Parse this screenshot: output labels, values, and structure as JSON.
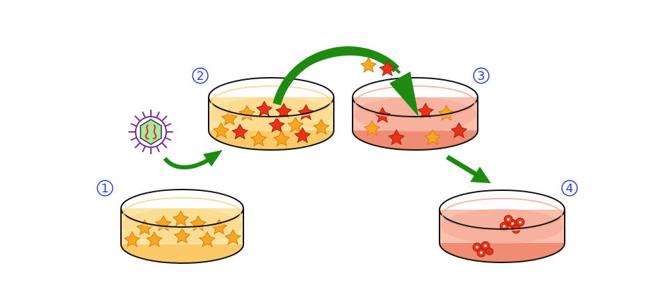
{
  "steps": [
    {
      "id": "1",
      "label": "1",
      "medium": "yellow"
    },
    {
      "id": "2",
      "label": "2",
      "medium": "yellow"
    },
    {
      "id": "3",
      "label": "3",
      "medium": "red"
    },
    {
      "id": "4",
      "label": "4",
      "medium": "red"
    }
  ],
  "colors": {
    "step_label": "#1f3fd6",
    "arrow": "#1f8a12",
    "yellow_medium": "#fce3a6",
    "yellow_dish_side": "#fbc968",
    "red_medium": "#f9c0ad",
    "red_dish_side": "#f08c72",
    "cell_orange": "#f5a623",
    "cell_red": "#e8321a",
    "virus_capsid": "#a8e6a0",
    "virus_spikes": "#7b2fa0"
  },
  "icons": [
    "virus-icon",
    "petri-dish-icon",
    "cell-icon",
    "colony-icon",
    "arrow-icon"
  ]
}
